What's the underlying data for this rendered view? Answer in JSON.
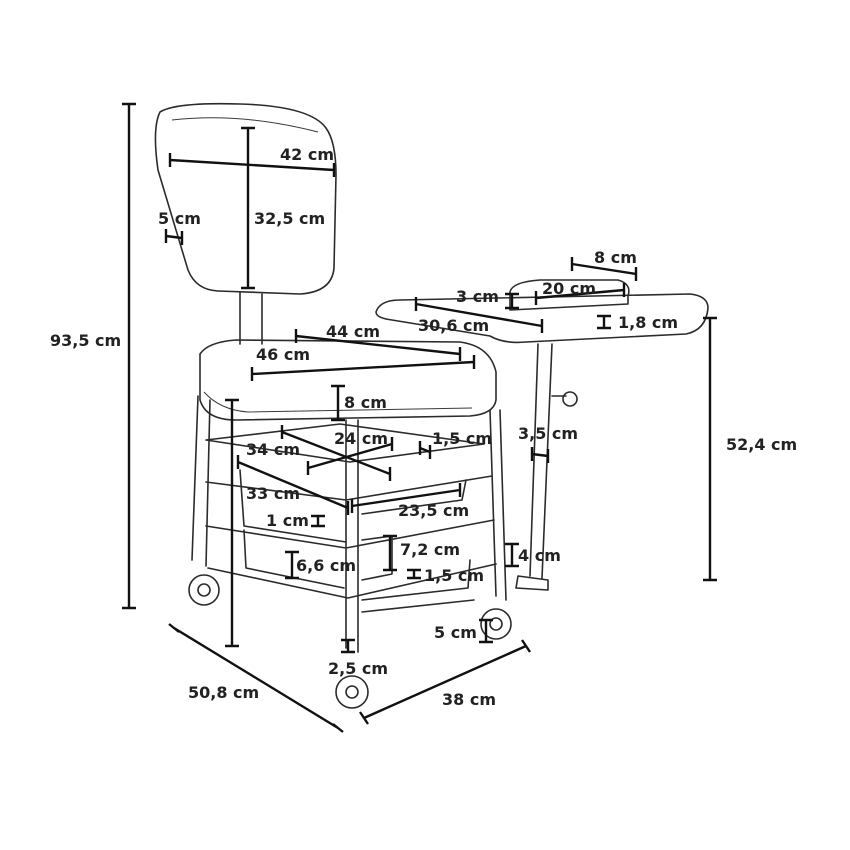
{
  "colors": {
    "outline": "#2b2b2b",
    "dimension": "#111111",
    "label": "#222222",
    "background": "#ffffff"
  },
  "labels": {
    "total_height": "93,5 cm",
    "back_width": "42 cm",
    "back_height": "32,5 cm",
    "back_thickness": "5 cm",
    "seat_depth": "44 cm",
    "seat_width": "46 cm",
    "seat_thickness": "8 cm",
    "drawer_depth": "34 cm",
    "drawer_inner": "24 cm",
    "drawer_rim": "1,5 cm",
    "drawer_length": "33 cm",
    "drawer_width": "23,5 cm",
    "drawer_lip": "1 cm",
    "drawer_height": "7,2 cm",
    "lower_drawer_height": "6,6 cm",
    "frame_bar": "1,5 cm",
    "leg_width": "2,5 cm",
    "base_depth": "50,8 cm",
    "base_width": "38 cm",
    "wheel": "5 cm",
    "tray_depth": "8 cm",
    "pad_width": "20 cm",
    "pad_height": "3 cm",
    "tray_width": "30,6 cm",
    "tray_thickness": "1,8 cm",
    "pole": "3,5 cm",
    "tray_height": "52,4 cm",
    "clamp": "4 cm"
  }
}
